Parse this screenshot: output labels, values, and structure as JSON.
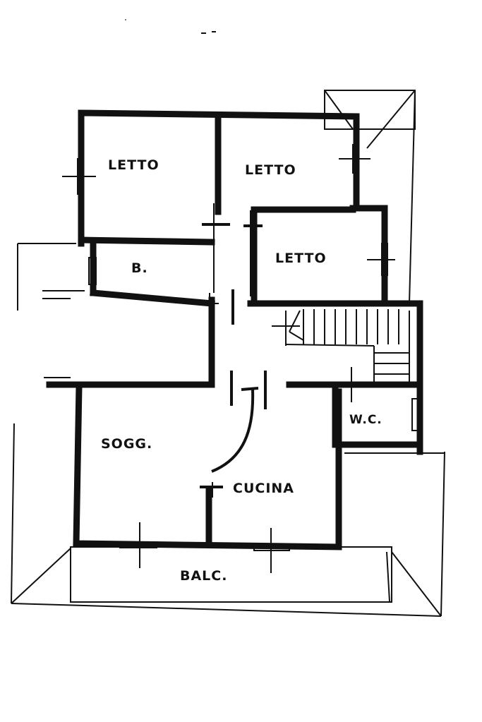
{
  "rooms": {
    "bedroom_1": "LETTO",
    "bedroom_2": "LETTO",
    "bedroom_3": "LETTO",
    "bathroom": "B.",
    "wc": "W.C.",
    "living_room": "SOGG.",
    "kitchen": "CUCINA",
    "balcony": "BALC."
  }
}
